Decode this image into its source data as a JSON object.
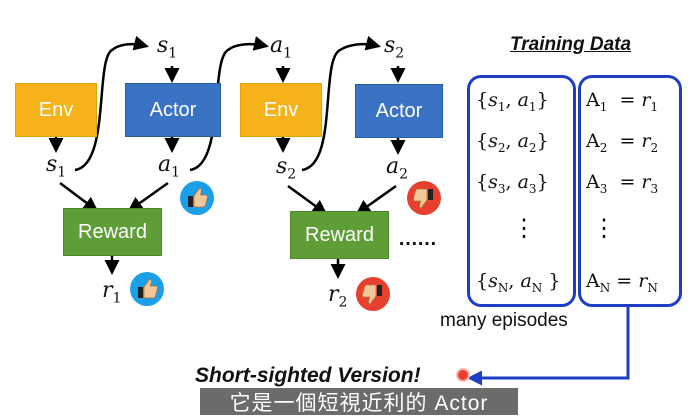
{
  "boxes": {
    "env1": "Env",
    "actor1": "Actor",
    "env2": "Env",
    "actor2": "Actor",
    "reward1": "Reward",
    "reward2": "Reward"
  },
  "vars": {
    "s": "s",
    "a": "a",
    "r": "r",
    "sub1": "1",
    "sub2": "2"
  },
  "ellipsis": "……",
  "training": {
    "title": "Training Data",
    "pairs": [
      {
        "s": "s",
        "a": "a",
        "sub": "1"
      },
      {
        "s": "s",
        "a": "a",
        "sub": "2"
      },
      {
        "s": "s",
        "a": "a",
        "sub": "3"
      },
      {
        "s": "s",
        "a": "a",
        "sub": "N"
      }
    ],
    "scores": [
      {
        "A": "A",
        "r": "r",
        "sub": "1"
      },
      {
        "A": "A",
        "r": "r",
        "sub": "2"
      },
      {
        "A": "A",
        "r": "r",
        "sub": "3"
      },
      {
        "A": "A",
        "r": "r",
        "sub": "N"
      }
    ],
    "vdots": "⋮",
    "footer": "many episodes"
  },
  "version_label": "Short-sighted Version!",
  "subtitle": "它是一個短視近利的 Actor",
  "icons": {
    "thumb_up": "thumbs-up-icon",
    "thumb_down": "thumbs-down-icon"
  },
  "colors": {
    "env": "#f5b21b",
    "actor": "#3b73c4",
    "reward": "#5f9e37",
    "panel_border": "#1f3ec4",
    "thumb_up": "#1a9fe8",
    "thumb_down": "#e8402f"
  }
}
